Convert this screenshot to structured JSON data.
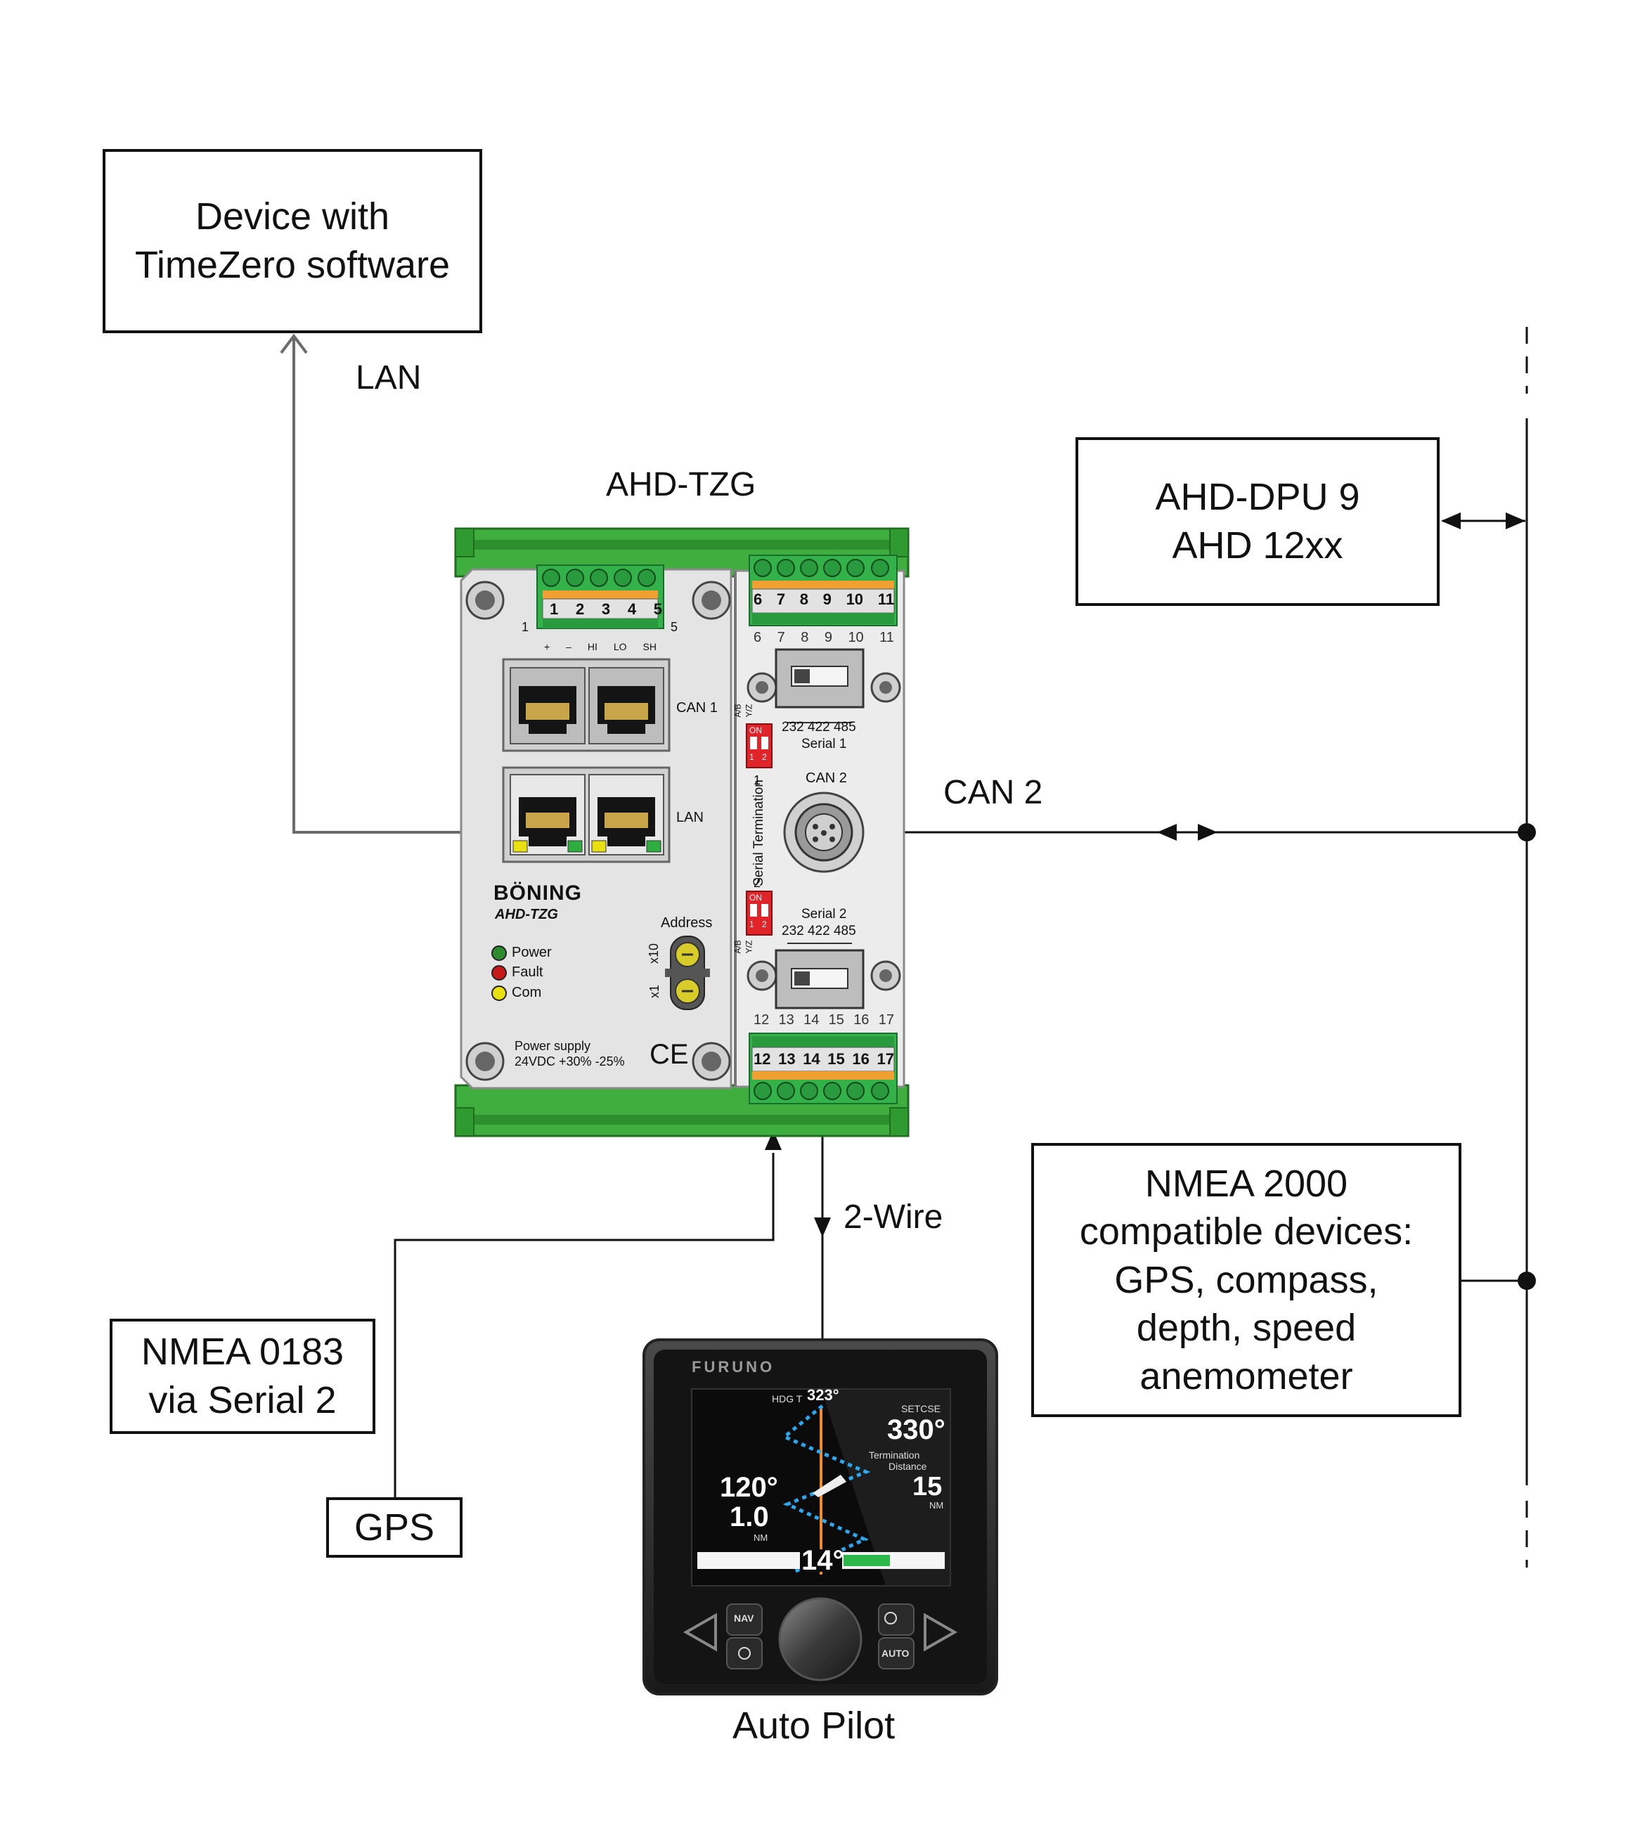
{
  "boxes": {
    "timezero": {
      "line1": "Device with",
      "line2": "TimeZero software"
    },
    "dpu": {
      "line1": "AHD-DPU 9",
      "line2": "AHD 12xx"
    },
    "nmea2000": {
      "line1": "NMEA 2000",
      "line2": "compatible devices:",
      "line3": "GPS, compass,",
      "line4": "depth, speed",
      "line5": "anemometer"
    },
    "nmea0183": {
      "line1": "NMEA 0183",
      "line2": "via Serial 2"
    },
    "gps": {
      "line1": "GPS"
    }
  },
  "labels": {
    "lan": "LAN",
    "device_title": "AHD-TZG",
    "can2": "CAN 2",
    "two_wire": "2-Wire",
    "autopilot": "Auto Pilot"
  },
  "device": {
    "brand": "BÖNING",
    "model": "AHD-TZG",
    "top_terminals": [
      "1",
      "2",
      "3",
      "4",
      "5"
    ],
    "top_terminal_ends": [
      "1",
      "5"
    ],
    "top_terminal_signals": [
      "+",
      "–",
      "HI",
      "LO",
      "SH"
    ],
    "right_top_terminals": [
      "6",
      "7",
      "8",
      "9",
      "10",
      "11"
    ],
    "right_bottom_terminals": [
      "12",
      "13",
      "14",
      "15",
      "16",
      "17"
    ],
    "port_can1": "CAN 1",
    "port_lan": "LAN",
    "port_can2": "CAN 2",
    "serial1": "Serial 1",
    "serial2": "Serial 2",
    "serial_modes": "232 422 485",
    "switch_ab": "A/B",
    "switch_yz": "Y/Z",
    "switch_on": "ON",
    "switch_pos": [
      "1",
      "2"
    ],
    "serial_termination": "Serial Termination",
    "termination_1": "1",
    "termination_2": "2",
    "address": "Address",
    "x10": "x10",
    "x1": "x1",
    "led_power": "Power",
    "led_fault": "Fault",
    "led_com": "Com",
    "power_supply_line1": "Power supply",
    "power_supply_line2": "24VDC +30% -25%",
    "ce": "CE"
  },
  "autopilot_screen": {
    "brand": "FURUNO",
    "hdg_label": "HDG T",
    "hdg_value": "323°",
    "setcse_label": "SETCSE",
    "setcse_value": "330°",
    "term_line1": "Termination",
    "term_line2": "Distance",
    "term_value": "15",
    "term_unit": "NM",
    "left_angle": "120°",
    "left_dist": "1.0",
    "left_unit": "NM",
    "rudder": "14°",
    "btn_nav": "NAV",
    "btn_auto": "AUTO"
  },
  "colors": {
    "line": "#111111",
    "lan_line": "#6b6b6b",
    "rail_green": "#3fae3f",
    "terminal_green": "#33b24a",
    "terminal_orange": "#f0a030",
    "panel_grey": "#e4e4e4",
    "dip_red": "#e0242a",
    "led_green": "#2e8b2e",
    "led_red": "#c81818",
    "led_yellow": "#e8e010",
    "screen_bg": "#0b0b0b",
    "track_orange": "#f08a2a",
    "track_blue": "#2aa8f0"
  }
}
